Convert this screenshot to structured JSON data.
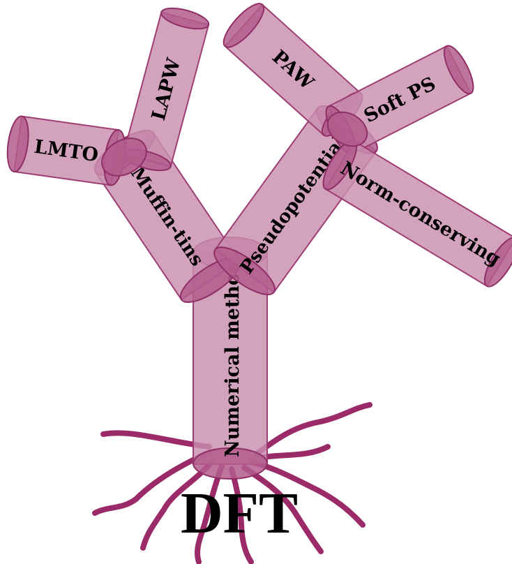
{
  "diagram": {
    "root_label": "DFT",
    "trunk_label": "Numerical methods",
    "left_branch_label": "Muffin-tins",
    "right_branch_label": "Pseudopotentials",
    "left_twigs": [
      "LMTO",
      "LAPW"
    ],
    "right_twigs": [
      "PAW",
      "Soft PS",
      "Norm-conserving"
    ]
  },
  "colors": {
    "tube_fill": "#c98fb0",
    "tube_edge": "#9e3d74",
    "cap_fill": "#b35d8d",
    "roots": "#9a2a68"
  }
}
